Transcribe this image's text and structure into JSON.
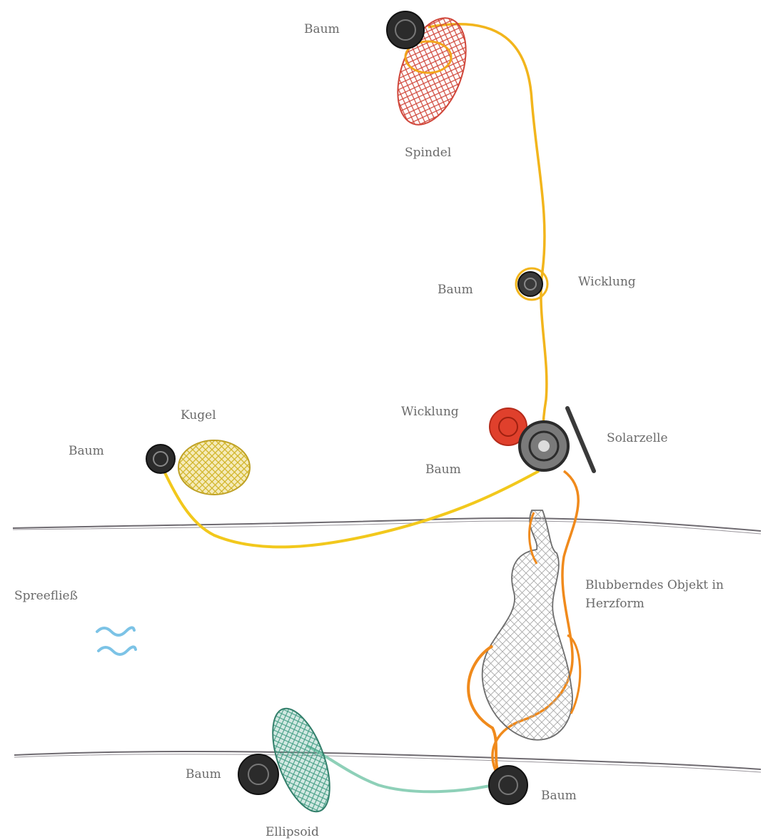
{
  "labels": {
    "baum_top": "Baum",
    "spindel": "Spindel",
    "baum_mid": "Baum",
    "wicklung_mid": "Wicklung",
    "wicklung_red": "Wicklung",
    "solarzelle": "Solarzelle",
    "baum_solar": "Baum",
    "kugel": "Kugel",
    "baum_kugel": "Baum",
    "spreefliess": "Spreefließ",
    "blubb_line1": "Blubberndes Objekt in",
    "blubb_line2": "Herzform",
    "baum_bottom_left": "Baum",
    "ellipsoid": "Ellipsoid",
    "baum_bottom_right": "Baum"
  },
  "colors": {
    "tree": "#2b2b2b",
    "cable_yellow": "#f2b51c",
    "cable_orange": "#f08a1c",
    "spindle_red": "#d0463a",
    "coil_red": "#e0402c",
    "sphere_yellow": "#e2c73a",
    "ellipsoid_teal": "#4fa88f",
    "cable_teal": "#8ed0b8",
    "water_blue": "#7cc3e6",
    "riverbank": "#6e6a70",
    "heart_mesh": "#9a9a9a"
  }
}
